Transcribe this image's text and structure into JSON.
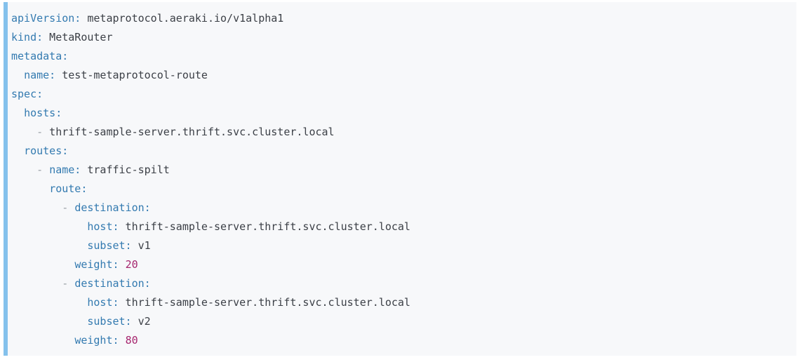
{
  "code_block": {
    "colors": {
      "background": "#f7f8fa",
      "accent_bar": "#84c1ec",
      "key": "#337ab0",
      "value": "#3b3f46",
      "dash": "#9aa0a6",
      "number": "#a6256e"
    },
    "lines": [
      {
        "tokens": [
          [
            "key",
            "apiVersion:"
          ],
          [
            "value",
            " metaprotocol.aeraki.io/v1alpha1"
          ]
        ]
      },
      {
        "tokens": [
          [
            "key",
            "kind:"
          ],
          [
            "value",
            " MetaRouter"
          ]
        ]
      },
      {
        "tokens": [
          [
            "key",
            "metadata:"
          ]
        ]
      },
      {
        "tokens": [
          [
            "value",
            "  "
          ],
          [
            "key",
            "name:"
          ],
          [
            "value",
            " test-metaprotocol-route"
          ]
        ]
      },
      {
        "tokens": [
          [
            "key",
            "spec:"
          ]
        ]
      },
      {
        "tokens": [
          [
            "value",
            "  "
          ],
          [
            "key",
            "hosts:"
          ]
        ]
      },
      {
        "tokens": [
          [
            "value",
            "    "
          ],
          [
            "dash",
            "-"
          ],
          [
            "value",
            " thrift-sample-server.thrift.svc.cluster.local"
          ]
        ]
      },
      {
        "tokens": [
          [
            "value",
            "  "
          ],
          [
            "key",
            "routes:"
          ]
        ]
      },
      {
        "tokens": [
          [
            "value",
            "    "
          ],
          [
            "dash",
            "-"
          ],
          [
            "value",
            " "
          ],
          [
            "key",
            "name:"
          ],
          [
            "value",
            " traffic-spilt"
          ]
        ]
      },
      {
        "tokens": [
          [
            "value",
            "      "
          ],
          [
            "key",
            "route:"
          ]
        ]
      },
      {
        "tokens": [
          [
            "value",
            "        "
          ],
          [
            "dash",
            "-"
          ],
          [
            "value",
            " "
          ],
          [
            "key",
            "destination:"
          ]
        ]
      },
      {
        "tokens": [
          [
            "value",
            "            "
          ],
          [
            "key",
            "host:"
          ],
          [
            "value",
            " thrift-sample-server.thrift.svc.cluster.local"
          ]
        ]
      },
      {
        "tokens": [
          [
            "value",
            "            "
          ],
          [
            "key",
            "subset:"
          ],
          [
            "value",
            " v1"
          ]
        ]
      },
      {
        "tokens": [
          [
            "value",
            "          "
          ],
          [
            "key",
            "weight:"
          ],
          [
            "value",
            " "
          ],
          [
            "number",
            "20"
          ]
        ]
      },
      {
        "tokens": [
          [
            "value",
            "        "
          ],
          [
            "dash",
            "-"
          ],
          [
            "value",
            " "
          ],
          [
            "key",
            "destination:"
          ]
        ]
      },
      {
        "tokens": [
          [
            "value",
            "            "
          ],
          [
            "key",
            "host:"
          ],
          [
            "value",
            " thrift-sample-server.thrift.svc.cluster.local"
          ]
        ]
      },
      {
        "tokens": [
          [
            "value",
            "            "
          ],
          [
            "key",
            "subset:"
          ],
          [
            "value",
            " v2"
          ]
        ]
      },
      {
        "tokens": [
          [
            "value",
            "          "
          ],
          [
            "key",
            "weight:"
          ],
          [
            "value",
            " "
          ],
          [
            "number",
            "80"
          ]
        ]
      }
    ]
  }
}
